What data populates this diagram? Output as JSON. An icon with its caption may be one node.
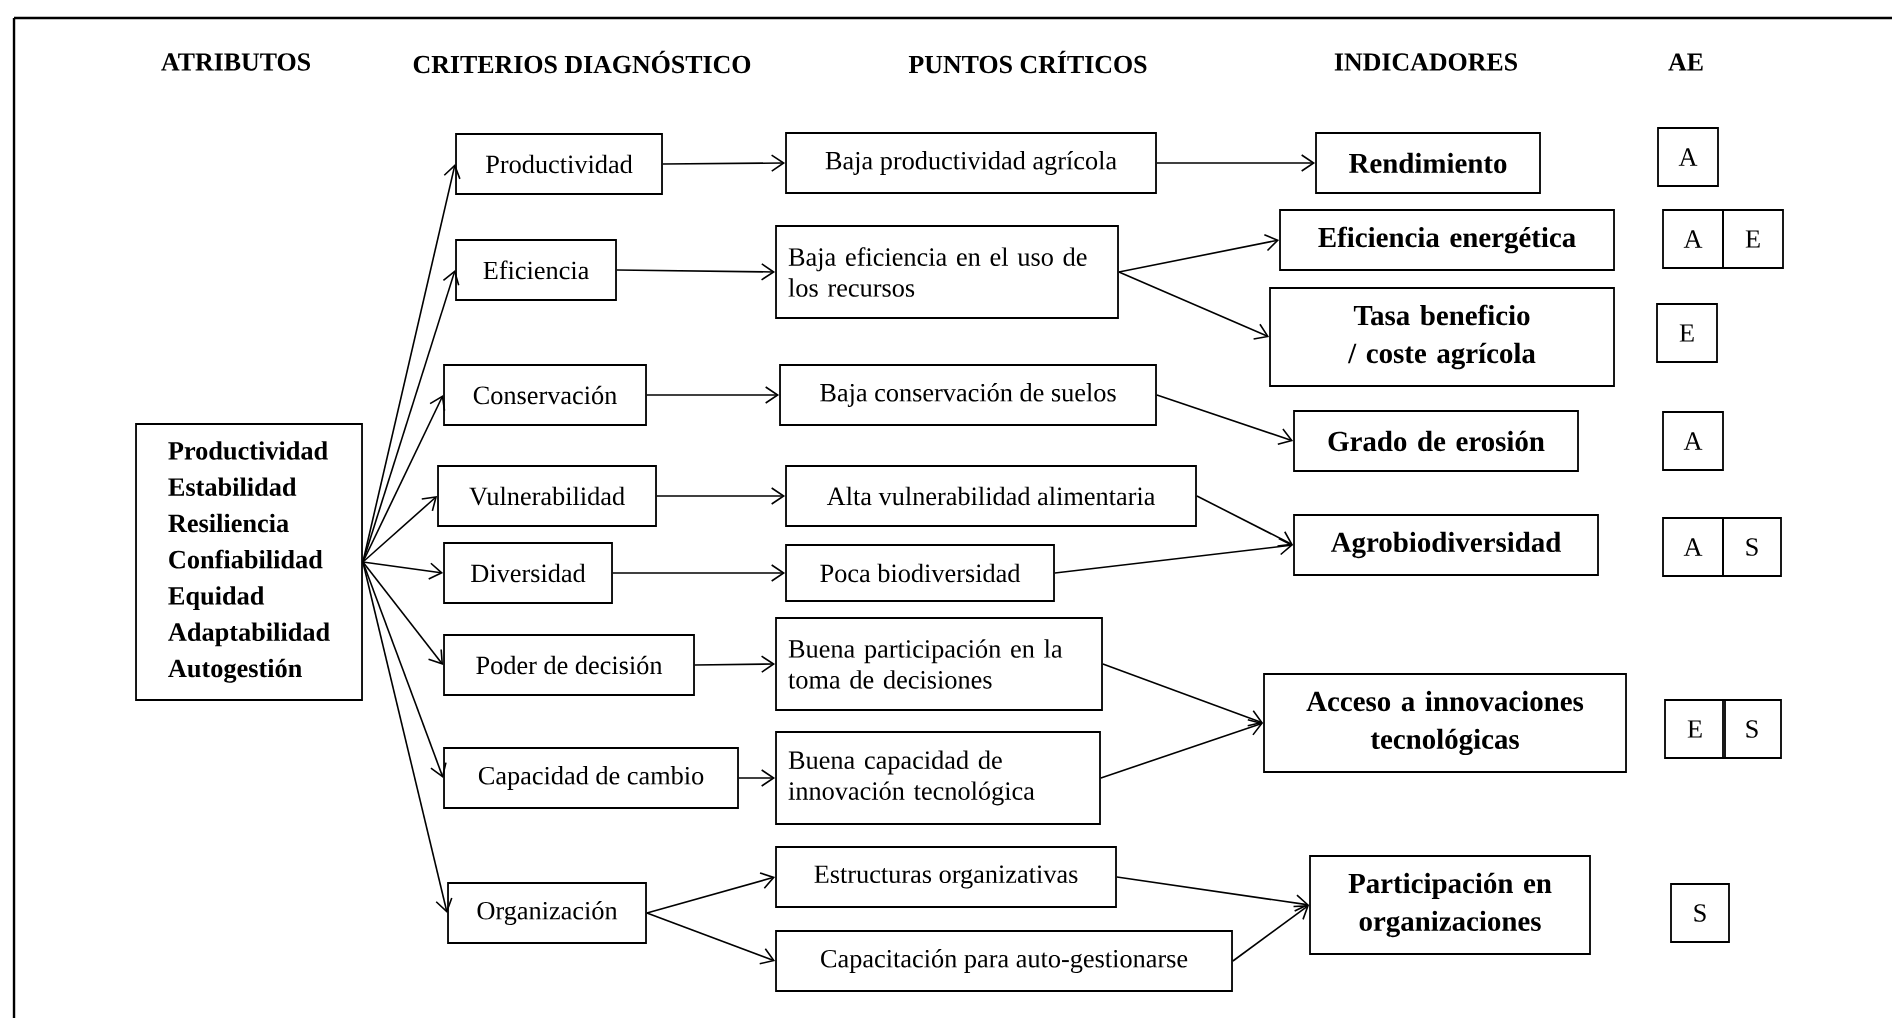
{
  "diagram": {
    "nodes": [
      {
        "text": [
          "Productividad",
          "Estabilidad",
          "Resiliencia",
          "Confiabilidad",
          "Equidad",
          "Adaptabilidad",
          "Autogestión"
        ]
      },
      {
        "text": [
          "Productividad"
        ]
      },
      {
        "text": [
          "Eficiencia"
        ]
      },
      {
        "text": [
          "Conservación"
        ]
      },
      {
        "text": [
          "Vulnerabilidad"
        ]
      },
      {
        "text": [
          "Diversidad"
        ]
      },
      {
        "text": [
          "Poder de decisión"
        ]
      },
      {
        "text": [
          "Capacidad de cambio"
        ]
      },
      {
        "text": [
          "Organización"
        ]
      },
      {
        "text": [
          "Baja productividad agrícola"
        ]
      },
      {
        "text": [
          "Baja eficiencia en el uso de los recursos"
        ]
      },
      {
        "text": [
          "Baja conservación de suelos"
        ]
      },
      {
        "text": [
          "Alta vulnerabilidad alimentaria"
        ]
      },
      {
        "text": [
          "Poca biodiversidad"
        ]
      },
      {
        "text": [
          "Buena participación en la toma de decisiones"
        ]
      },
      {
        "text": [
          "Buena capacidad de innovación tecnológica"
        ]
      },
      {
        "text": [
          "Estructuras organizativas"
        ]
      },
      {
        "text": [
          "Capacitación para auto-gestionarse"
        ]
      },
      {
        "text": [
          "Rendimiento"
        ]
      },
      {
        "text": [
          "Eficiencia energética"
        ]
      },
      {
        "text": [
          "Tasa beneficio / coste agrícola"
        ]
      },
      {
        "text": [
          "Grado de erosión"
        ]
      },
      {
        "text": [
          "Agrobiodiversidad"
        ]
      },
      {
        "text": [
          "Acceso a innovaciones tecnológicas"
        ]
      },
      {
        "text": [
          "Participación en organizaciones"
        ]
      },
      {
        "text": [
          "A"
        ]
      },
      {
        "text": [
          "A"
        ]
      },
      {
        "text": [
          "E"
        ]
      },
      {
        "text": [
          "E"
        ]
      },
      {
        "text": [
          "A"
        ]
      },
      {
        "text": [
          "A"
        ]
      },
      {
        "text": [
          "S"
        ]
      },
      {
        "text": [
          "E"
        ]
      },
      {
        "text": [
          "S"
        ]
      },
      {
        "text": [
          "S"
        ]
      }
    ],
    "edges": [
      {
        "from": 0,
        "to": 1,
        "arrow": "to"
      },
      {
        "from": 0,
        "to": 2,
        "arrow": "to"
      },
      {
        "from": 0,
        "to": 3,
        "arrow": "to"
      },
      {
        "from": 0,
        "to": 4,
        "arrow": "to"
      },
      {
        "from": 0,
        "to": 5,
        "arrow": "to"
      },
      {
        "from": 0,
        "to": 6,
        "arrow": "to"
      },
      {
        "from": 0,
        "to": 7,
        "arrow": "to"
      },
      {
        "from": 0,
        "to": 8,
        "arrow": "to"
      },
      {
        "from": 1,
        "to": 9,
        "arrow": "to"
      },
      {
        "from": 2,
        "to": 10,
        "arrow": "to"
      },
      {
        "from": 3,
        "to": 11,
        "arrow": "to"
      },
      {
        "from": 4,
        "to": 12,
        "arrow": "to"
      },
      {
        "from": 5,
        "to": 13,
        "arrow": "to"
      },
      {
        "from": 6,
        "to": 14,
        "arrow": "to"
      },
      {
        "from": 7,
        "to": 15,
        "arrow": "to"
      },
      {
        "from": 8,
        "to": 16,
        "arrow": "to"
      },
      {
        "from": 8,
        "to": 17,
        "arrow": "to"
      },
      {
        "from": 9,
        "to": 18,
        "arrow": "to"
      },
      {
        "from": 10,
        "to": 19,
        "arrow": "to"
      },
      {
        "from": 10,
        "to": 20,
        "arrow": "to"
      },
      {
        "from": 11,
        "to": 21,
        "arrow": "to"
      },
      {
        "from": 12,
        "to": 22,
        "arrow": "to"
      },
      {
        "from": 13,
        "to": 22,
        "arrow": "to"
      },
      {
        "from": 14,
        "to": 23,
        "arrow": "to"
      },
      {
        "from": 15,
        "to": 23,
        "arrow": "to"
      },
      {
        "from": 16,
        "to": 24,
        "arrow": "to"
      },
      {
        "from": 17,
        "to": 24,
        "arrow": "to"
      }
    ],
    "labels": [
      "ATRIBUTOS",
      "CRITERIOS DIAGNÓSTICO",
      "PUNTOS CRÍTICOS",
      "INDICADORES",
      "AE"
    ]
  }
}
